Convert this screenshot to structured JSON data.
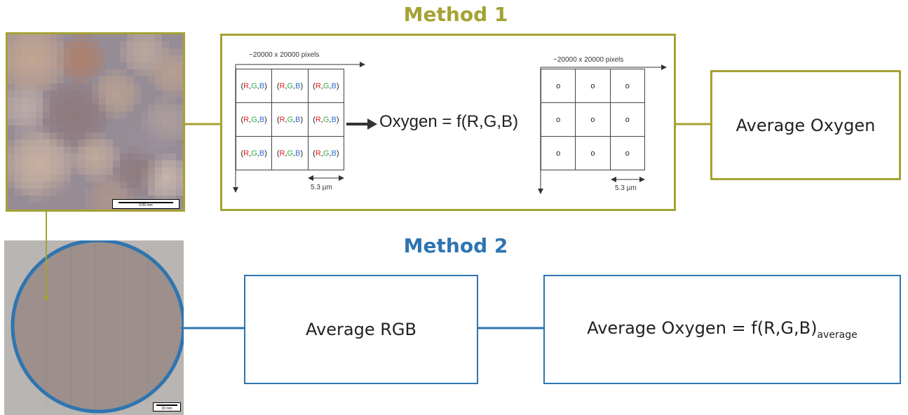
{
  "method1": {
    "title": "Method 1",
    "pixel_count_label": "~20000 x 20000 pixels",
    "cell_rgb": {
      "open": "(",
      "r": "R",
      "sep1": ", ",
      "g": "G",
      "sep2": ", ",
      "b": "B",
      "close": ")"
    },
    "cell_oxygen_marker": "o",
    "pixel_size_label": "5.3 µm",
    "formula": "Oxygen = f(R,G,B)",
    "result": "Average Oxygen",
    "color": "#a4a232"
  },
  "method2": {
    "title": "Method 2",
    "step1": "Average RGB",
    "result_main": "Average Oxygen = f(R,G,B)",
    "result_sub": "average",
    "color": "#2e75b0"
  },
  "micrograph": {
    "scale_label": "0.05 mm"
  },
  "wafer": {
    "scale_label": "20 mm"
  }
}
